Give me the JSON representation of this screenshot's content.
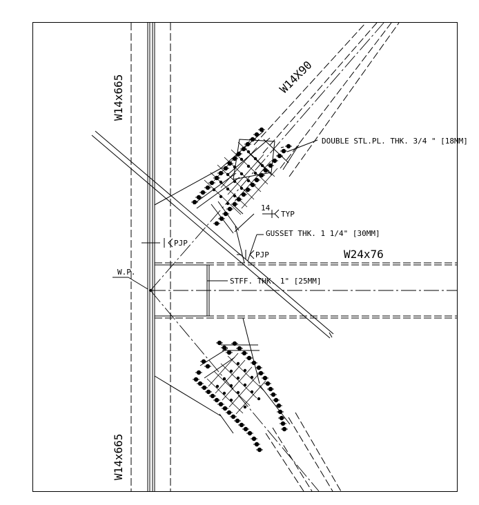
{
  "labels": {
    "column_top": "W14x665",
    "column_bottom": "W14x665",
    "brace": "W14X90",
    "beam": "W24x76",
    "double_plate": "DOUBLE STL.PL. THK. 3/4 \" [18MM]",
    "gusset": "GUSSET THK. 1 1/4\" [30MM]",
    "stiffener": "STFF. THK. 1\" [25MM]",
    "weld_size": "14",
    "weld_typ": "TYP",
    "pjp_column": "PJP",
    "pjp_beam": "PJP",
    "work_point": "W.P."
  }
}
